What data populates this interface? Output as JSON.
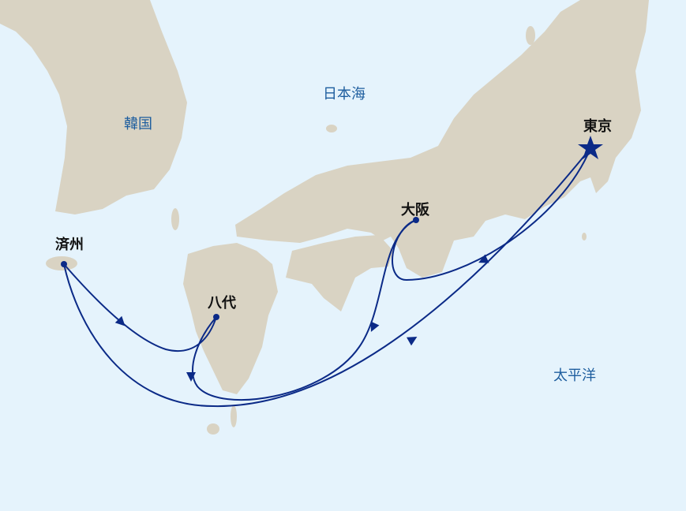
{
  "colors": {
    "ocean": "#e5f3fc",
    "land": "#d9d3c3",
    "route": "#0b2a87",
    "sea_label": "#1d5d9e"
  },
  "sea_labels": {
    "korea": "韓国",
    "sea_of_japan": "日本海",
    "pacific": "太平洋"
  },
  "ports": {
    "tokyo": "東京",
    "osaka": "大阪",
    "jeju": "済州",
    "yatsushiro": "八代"
  }
}
